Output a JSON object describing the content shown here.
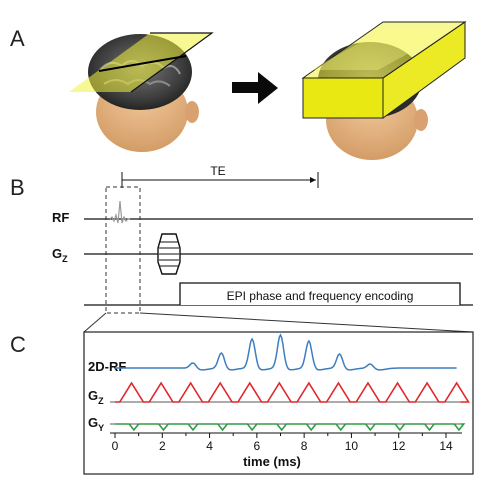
{
  "panels": {
    "a": {
      "letter": "A"
    },
    "b": {
      "letter": "B",
      "te_label": "TE",
      "rows": {
        "rf": "RF",
        "gz_main": "G",
        "gz_sub": "Z"
      },
      "epi_label": "EPI phase and frequency encoding"
    },
    "c": {
      "letter": "C",
      "rows": {
        "rf2d": "2D-RF",
        "gz_main": "G",
        "gz_sub": "Z",
        "gy_main": "G",
        "gy_sub": "Y"
      },
      "xlabel": "time (ms)",
      "xticks": [
        "0",
        "2",
        "4",
        "6",
        "8",
        "10",
        "12",
        "14"
      ]
    }
  },
  "colors": {
    "slab": "#f1f03a",
    "rf": "#3d7ebf",
    "gz": "#e0262b",
    "gy": "#2e9e43",
    "arrow": "#0a0a0a"
  }
}
